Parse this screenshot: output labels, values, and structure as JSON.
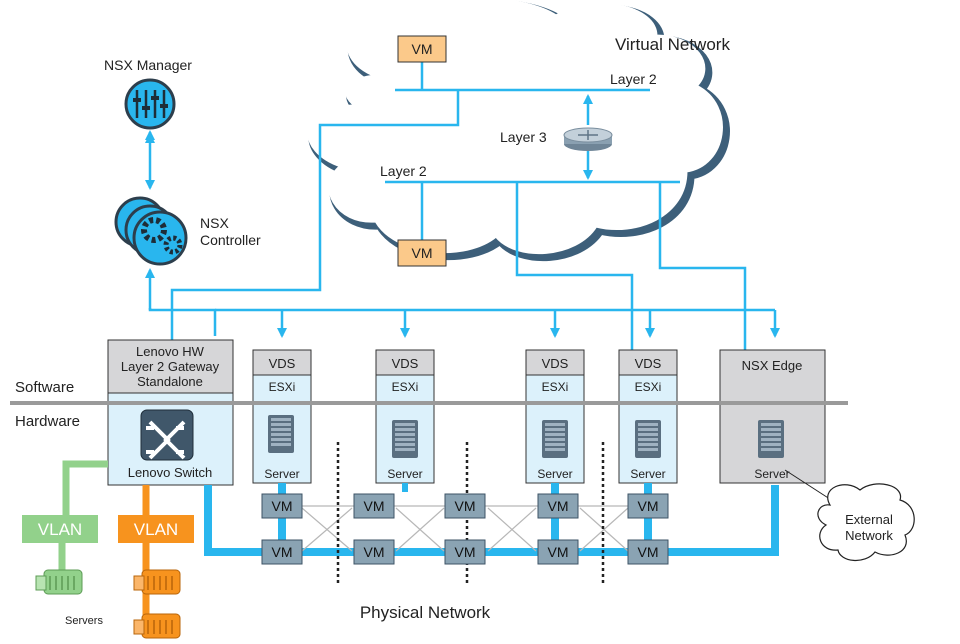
{
  "labels": {
    "virtual_network": "Virtual Network",
    "physical_network": "Physical Network",
    "layer2_top": "Layer 2",
    "layer2_bottom": "Layer 2",
    "layer3": "Layer 3",
    "nsx_manager": "NSX Manager",
    "nsx_controller_line1": "NSX",
    "nsx_controller_line2": "Controller",
    "software": "Software",
    "hardware": "Hardware",
    "external_network_line1": "External",
    "external_network_line2": "Network",
    "servers": "Servers"
  },
  "cloud_vms": [
    "VM",
    "VM"
  ],
  "gateway": {
    "line1": "Lenovo HW",
    "line2": "Layer 2 Gateway",
    "line3": "Standalone",
    "switch_label": "Lenovo Switch"
  },
  "hosts": [
    {
      "vds": "VDS",
      "esxi": "ESXi",
      "server": "Server"
    },
    {
      "vds": "VDS",
      "esxi": "ESXi",
      "server": "Server"
    },
    {
      "vds": "VDS",
      "esxi": "ESXi",
      "server": "Server"
    },
    {
      "vds": "VDS",
      "esxi": "ESXi",
      "server": "Server"
    }
  ],
  "edge": {
    "title": "NSX Edge",
    "server": "Server"
  },
  "vlans": [
    "VLAN",
    "VLAN"
  ],
  "physical_vms_top": [
    "VM",
    "VM",
    "VM",
    "VM",
    "VM"
  ],
  "physical_vms_bottom": [
    "VM",
    "VM",
    "VM",
    "VM",
    "VM"
  ],
  "colors": {
    "network_blue": "#29b6ee",
    "cloud_outline": "#3d5f7a",
    "vm_orange": "#fbc98a",
    "vlan_green": "#92d18b",
    "vlan_orange": "#f7931e",
    "panel_gray": "#d6d6d8",
    "esxi_blue": "#dcf1fb"
  }
}
